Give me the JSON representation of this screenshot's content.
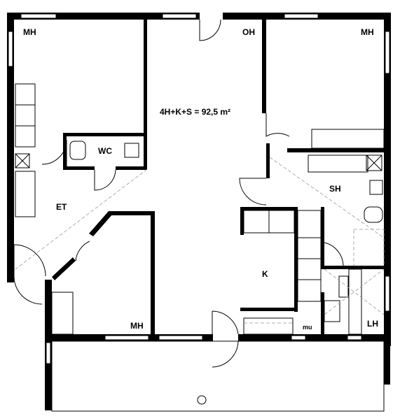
{
  "plan": {
    "area_label": "4H+K+S = 92,5 m²",
    "rooms": {
      "mh_top_left": "MH",
      "oh": "OH",
      "mh_top_right": "MH",
      "wc": "WC",
      "et": "ET",
      "sh": "SH",
      "k": "K",
      "mh_bottom": "MH",
      "lh": "LH",
      "mu": "mu"
    }
  }
}
